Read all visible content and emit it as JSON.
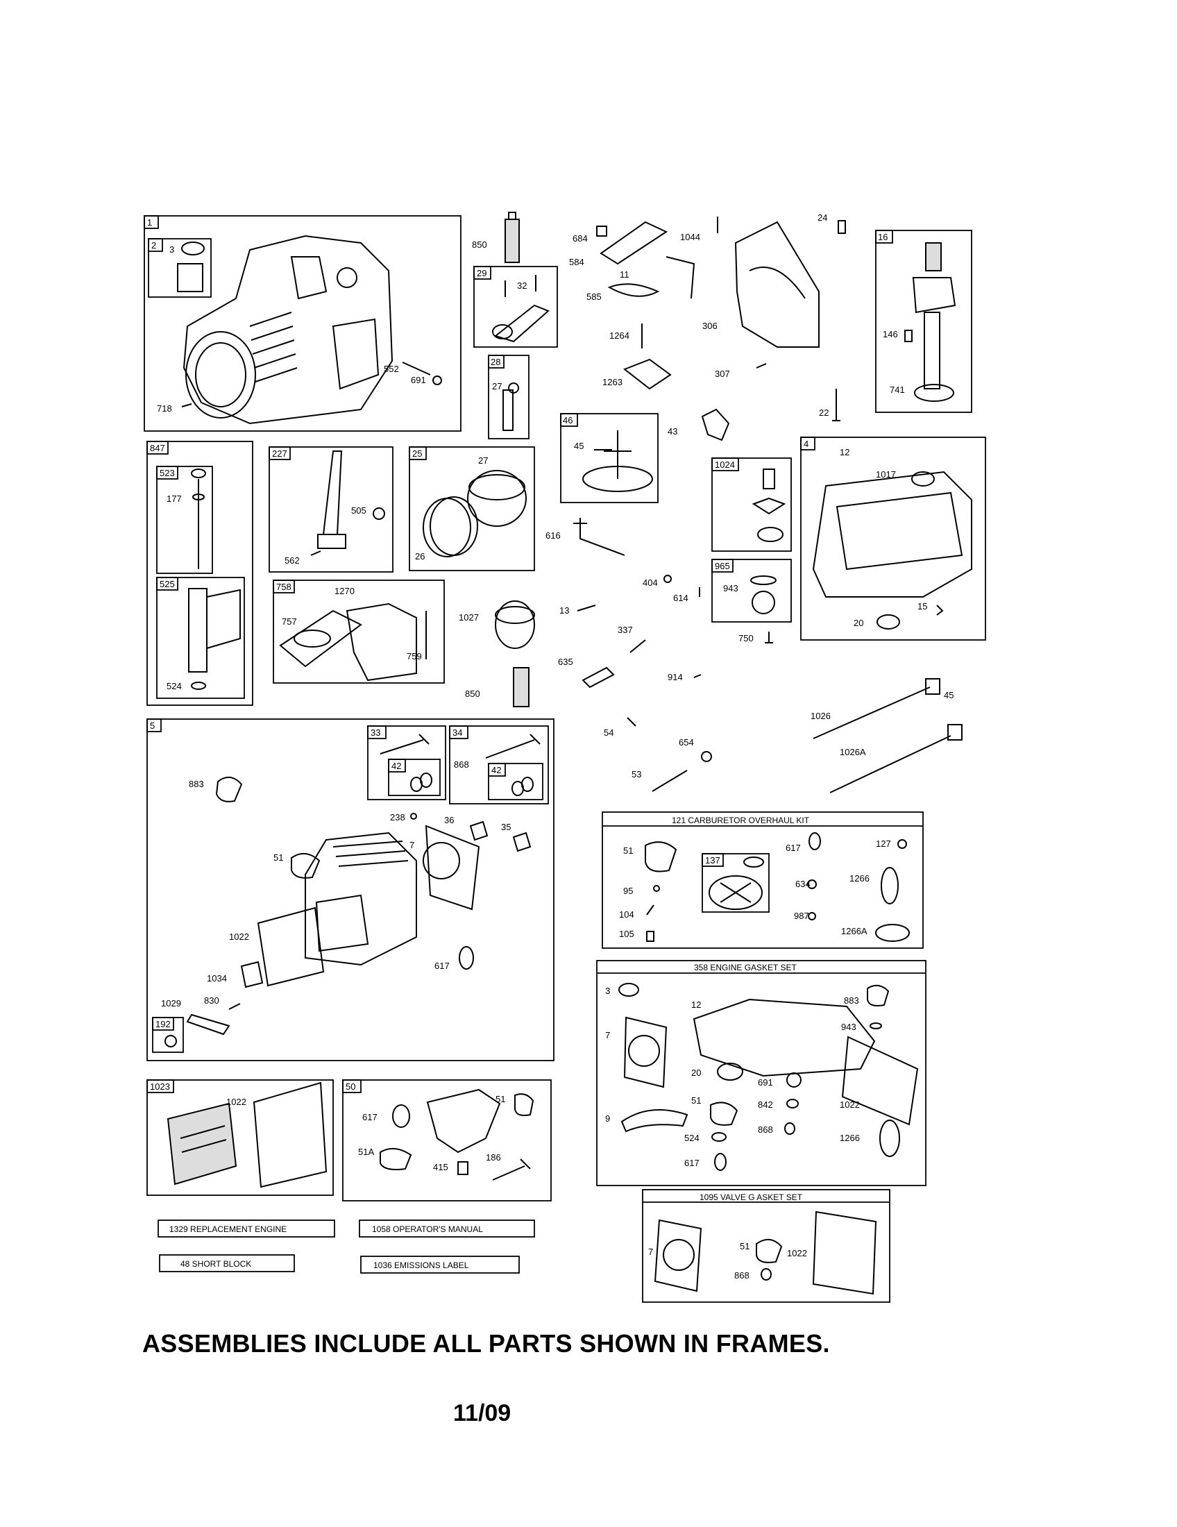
{
  "frames": {
    "f1": "1",
    "f2": "2",
    "f29": "29",
    "f28": "28",
    "f46": "46",
    "f16": "16",
    "f847": "847",
    "f523": "523",
    "f525": "525",
    "f227": "227",
    "f25": "25",
    "f758": "758",
    "f1024": "1024",
    "f965": "965",
    "f4": "4",
    "f5": "5",
    "f33": "33",
    "f42a": "42",
    "f34": "34",
    "f42b": "42",
    "f192": "192",
    "f1023": "1023",
    "f50": "50",
    "f137": "137"
  },
  "kits": {
    "carb": "121 CARBURETOR OVERHAUL KIT",
    "gasket": "358 ENGINE GASKET SET",
    "valve": "1095 VALVE G   ASKET SET"
  },
  "items": {
    "replacement_engine": "1329 REPLACEMENT ENGINE",
    "operators_manual": "1058 OPERATOR'S MANUAL",
    "short_block": "48 SHORT BLOCK",
    "emissions_label": "1036 EMISSIONS LABEL"
  },
  "labels": {
    "l3a": "3",
    "l552": "552",
    "l691a": "691",
    "l718": "718",
    "l850a": "850",
    "l32": "32",
    "l684": "684",
    "l584": "584",
    "l11": "11",
    "l1044": "1044",
    "l585": "585",
    "l1264": "1264",
    "l306": "306",
    "l24": "24",
    "l146": "146",
    "l741": "741",
    "l27a": "27",
    "l1263": "1263",
    "l307": "307",
    "l22": "22",
    "l45a": "45",
    "l43": "43",
    "l27b": "27",
    "l12a": "12",
    "l1017": "1017",
    "l177": "177",
    "l505": "505",
    "l562": "562",
    "l26": "26",
    "l616": "616",
    "l404": "404",
    "l614": "614",
    "l943a": "943",
    "l15": "15",
    "l20a": "20",
    "l1270": "1270",
    "l757": "757",
    "l759": "759",
    "l1027": "1027",
    "l13": "13",
    "l337": "337",
    "l750": "750",
    "l524a": "524",
    "l635": "635",
    "l914": "914",
    "l850b": "850",
    "l1026": "1026",
    "l45b": "45",
    "l54": "54",
    "l654": "654",
    "l1026a": "1026A",
    "l53": "53",
    "l883a": "883",
    "l868a": "868",
    "l238": "238",
    "l36": "36",
    "l35": "35",
    "l7a": "7",
    "l51a": "51",
    "l1022a": "1022",
    "l1034": "1034",
    "l617a": "617",
    "l1029": "1029",
    "l830": "830",
    "l51b": "51",
    "l617b": "617",
    "l127": "127",
    "l95": "95",
    "l634": "634",
    "l1266a": "1266",
    "l104": "104",
    "l987": "987",
    "l105": "105",
    "l1266b": "1266A",
    "l3b": "3",
    "l12b": "12",
    "l883b": "883",
    "l943b": "943",
    "l7b": "7",
    "l20b": "20",
    "l691b": "691",
    "l51c": "51",
    "l842": "842",
    "l1022b": "1022",
    "l9": "9",
    "l868b": "868",
    "l524b": "524",
    "l1266c": "1266",
    "l617c": "617",
    "l1022c": "1022",
    "l51d": "51",
    "l617d": "617",
    "l51e": "51A",
    "l415": "415",
    "l186": "186",
    "l7c": "7",
    "l51f": "51",
    "l1022d": "1022",
    "l868c": "868"
  },
  "footer": {
    "note": "ASSEMBLIES INCLUDE ALL PARTS SHOWN IN FRAMES.",
    "date": "11/09"
  }
}
